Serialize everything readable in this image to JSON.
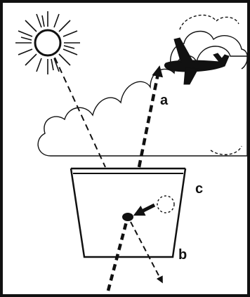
{
  "labels": {
    "a": "a",
    "b": "b",
    "c": "c"
  },
  "icons": [
    "sun-icon",
    "airplane-icon",
    "cloud-icon"
  ],
  "colors": {
    "ink": "#111111",
    "paper": "#ffffff"
  }
}
